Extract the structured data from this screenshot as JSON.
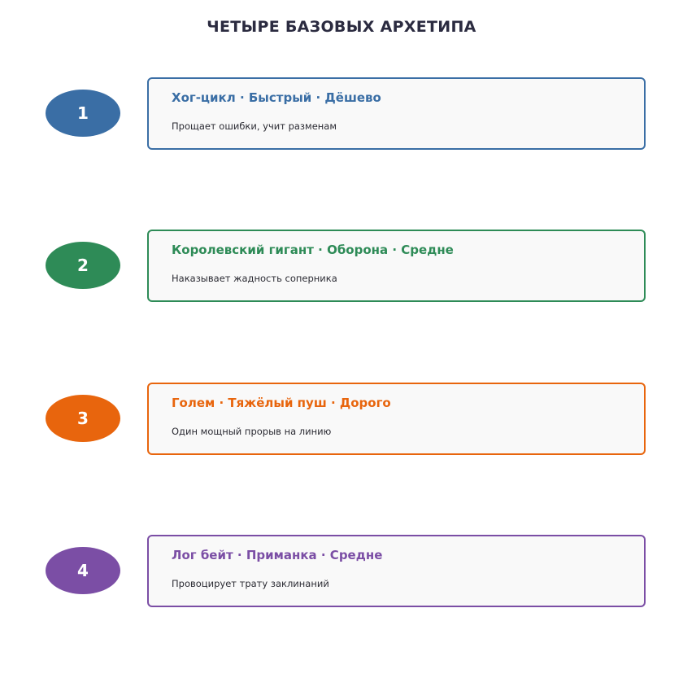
{
  "title": "ЧЕТЫРЕ БАЗОВЫХ АРХЕТИПА",
  "archetypes": [
    {
      "number": "1",
      "heading": "Хог-цикл · Быстрый · Дёшево",
      "description": "Прощает ошибки, учит разменам",
      "color": "#3a6ea5"
    },
    {
      "number": "2",
      "heading": "Королевский гигант · Оборона · Средне",
      "description": "Наказывает жадность соперника",
      "color": "#2e8b57"
    },
    {
      "number": "3",
      "heading": "Голем · Тяжёлый пуш · Дорого",
      "description": "Один мощный прорыв на линию",
      "color": "#e8650d"
    },
    {
      "number": "4",
      "heading": "Лог бейт · Приманка · Средне",
      "description": "Провоцирует трату заклинаний",
      "color": "#7b4ea5"
    }
  ]
}
